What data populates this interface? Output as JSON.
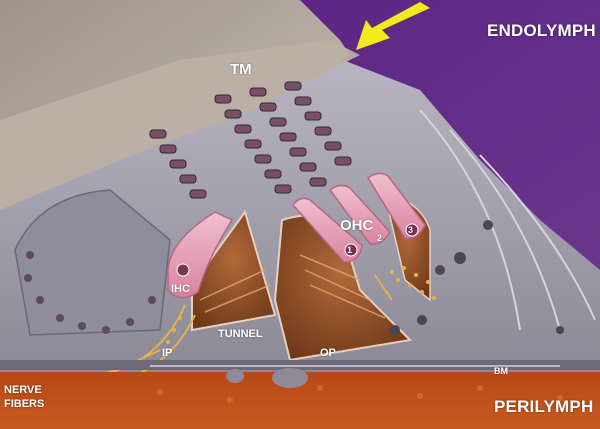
{
  "labels": {
    "endolymph": "ENDOLYMPH",
    "perilymph": "PERILYMPH",
    "tm": "TM",
    "ohc": "OHC",
    "ohc_1": "1",
    "ohc_2": "2",
    "ohc_3": "3",
    "ihc": "IHC",
    "tunnel": "TUNNEL",
    "ip": "IP",
    "op": "OP",
    "bm": "BM",
    "nerve": "NERVE",
    "fibers": "FIBERS"
  },
  "colors": {
    "endolymph_bg": "#5a2a78",
    "perilymph_bg": "#c7521a",
    "arrow": "#f2ea1a",
    "tissue": "#a9a6b4",
    "hair_cell": "#e9a0b6",
    "tunnel_fill": "#8a4a22",
    "nerve_fiber": "#e6b04a"
  },
  "icons": {
    "pointer": "arrow-icon"
  }
}
